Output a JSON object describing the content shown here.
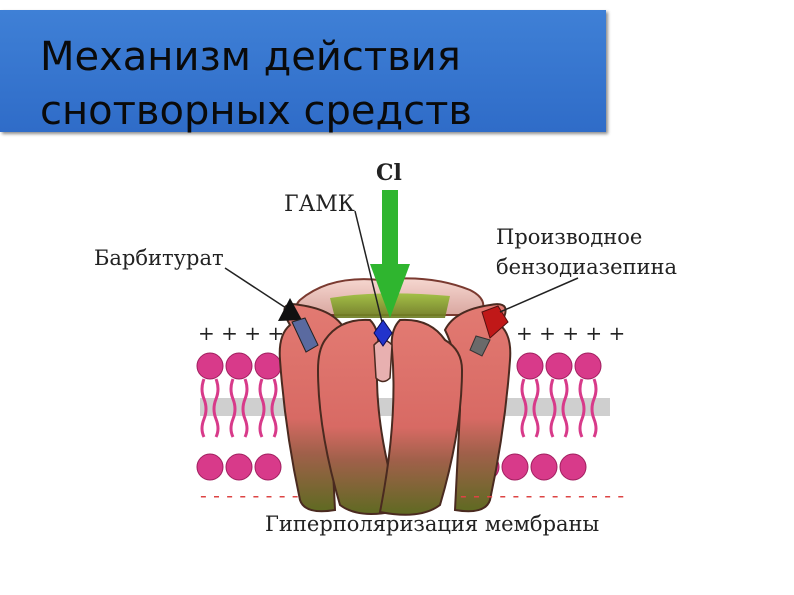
{
  "slide": {
    "title": "Механизм действия\nснотворных средств",
    "title_box_color": "#3a7bd5"
  },
  "diagram": {
    "labels": {
      "ion": "Cl",
      "gaba": "ГАМК",
      "barbiturate": "Барбитурат",
      "benzo_line1": "Производное",
      "benzo_line2": "бензодиазепина",
      "hyperpolarization": "Гиперполяризация мембраны",
      "plus_left": "+ + + +",
      "plus_right": "+ + + + +",
      "minus_left": "- - - - - - - -",
      "minus_right": "- - - - - - - - - - - - -"
    },
    "colors": {
      "membrane_head": "#d83a8a",
      "membrane_core": "#c8c8c8",
      "channel": "#e07070",
      "channel_base": "#6f6a2a",
      "arrow": "#2fb52f",
      "gaba_site": "#2233cc",
      "barbiturate_site": "#1a1a1a",
      "benzo_site": "#aa1111",
      "minus_marks": "#dd4444"
    }
  }
}
